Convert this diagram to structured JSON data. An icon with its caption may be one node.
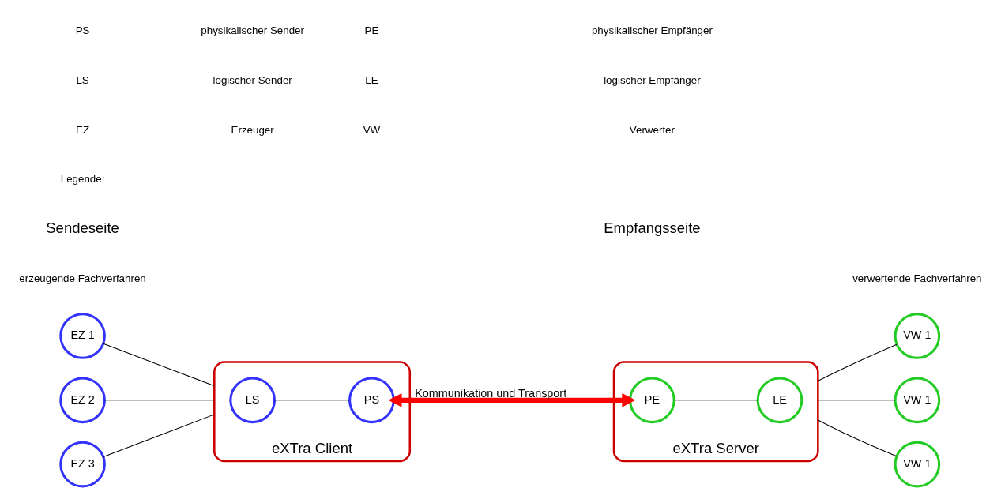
{
  "diagram": {
    "nodes": [
      {
        "text": [
          "eXTra Client"
        ]
      },
      {
        "text": [
          "LS"
        ],
        "in": 0
      },
      {
        "text": [
          "PS"
        ],
        "in": 0
      },
      {
        "text": [
          "eXTra Server"
        ]
      },
      {
        "text": [
          "PE"
        ],
        "in": 3
      },
      {
        "text": [
          "LE"
        ],
        "in": 3
      },
      {
        "text": [
          "EZ 1"
        ]
      },
      {
        "text": [
          "EZ 2"
        ]
      },
      {
        "text": [
          "EZ 3"
        ]
      },
      {
        "text": [
          "VW 1"
        ]
      },
      {
        "text": [
          "VW 1"
        ]
      },
      {
        "text": [
          "VW 1"
        ]
      }
    ],
    "edges": [
      {
        "from": 6,
        "to": 0,
        "arrow": "none"
      },
      {
        "from": 7,
        "to": 0,
        "arrow": "none"
      },
      {
        "from": 8,
        "to": 0,
        "arrow": "none"
      },
      {
        "from": 1,
        "to": 2,
        "arrow": "none"
      },
      {
        "from": 2,
        "to": 4,
        "arrow": "both",
        "label": "Kommunikation und Transport",
        "style": "thick",
        "color": "#ff0000"
      },
      {
        "from": 4,
        "to": 5,
        "arrow": "none"
      },
      {
        "from": 3,
        "to": 9,
        "arrow": "none"
      },
      {
        "from": 3,
        "to": 10,
        "arrow": "none"
      },
      {
        "from": 3,
        "to": 11,
        "arrow": "none"
      }
    ],
    "labels": [
      "erzeugende Fachverfahren",
      "verwertende Fachverfahren",
      "Sendeseite",
      "Empfangsseite",
      "Legende:",
      "EZ",
      "Erzeuger",
      "VW",
      "Verwerter",
      "LS",
      "logischer Sender",
      "LE",
      "logischer Empfänger",
      "PS",
      "physikalischer Sender",
      "PE",
      "physikalischer Empfänger"
    ]
  }
}
